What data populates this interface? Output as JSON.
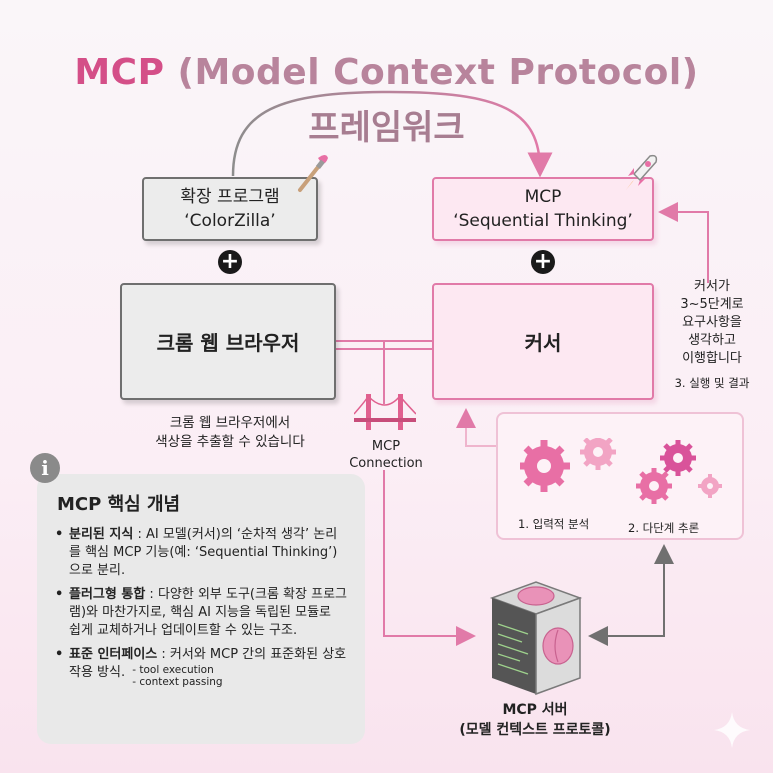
{
  "title": {
    "acronym": "MCP",
    "rest": " (Model Context Protocol)",
    "subtitle": "프레임워크"
  },
  "colorzilla": {
    "line1": "확장 프로그램",
    "line2": "‘ColorZilla’",
    "icon": "paintbrush-icon"
  },
  "mcp_seq": {
    "line1": "MCP",
    "line2": "‘Sequential Thinking’",
    "icon": "rocket-icon"
  },
  "chrome_box": {
    "label": "크롬 웹 브라우저"
  },
  "cursor_box": {
    "label": "커서"
  },
  "plus_symbol": "+",
  "chrome_caption": {
    "line1": "크롬 웹 브라우저에서",
    "line2": "색상을 추출할 수 있습니다"
  },
  "connection": {
    "line1": "MCP",
    "line2": "Connection",
    "icon": "bridge-icon"
  },
  "side_note": {
    "lines": [
      "커서가",
      "3~5단계로",
      "요구사항을",
      "생각하고",
      "이행합니다"
    ],
    "step3": "3. 실행 및 결과"
  },
  "process": {
    "step1": "1. 입력적 분석",
    "step2": "2. 다단계 추론",
    "icon": "gears-icon"
  },
  "concepts": {
    "badge": "i",
    "title": "MCP 핵심 개념",
    "items": [
      {
        "term": "분리된 지식",
        "text": " : AI 모델(커서)의 ‘순차적 생각’ 논리를 핵심 MCP 기능(예: ‘Sequential Thinking’)으로 분리."
      },
      {
        "term": "플러그형 통합",
        "text": " : 다양한 외부 도구(크롬 확장 프로그램)와 마찬가지로, 핵심 AI 지능을 독립된 모듈로 쉽게 교체하거나 업데이트할 수 있는 구조."
      },
      {
        "term": "표준 인터페이스",
        "text": " : 커서와 MCP 간의 표준화된 상호작용 방식.",
        "notes": [
          "- tool execution",
          "- context passing"
        ]
      }
    ]
  },
  "server": {
    "line1": "MCP 서버",
    "line2": "(모델 컨텍스트 프로토콜)",
    "icon": "server-icon"
  },
  "colors": {
    "pink": "#e17aa8",
    "title_pink": "#d44f88",
    "grey": "#6f6f6f",
    "arrow_grey": "#707070"
  }
}
